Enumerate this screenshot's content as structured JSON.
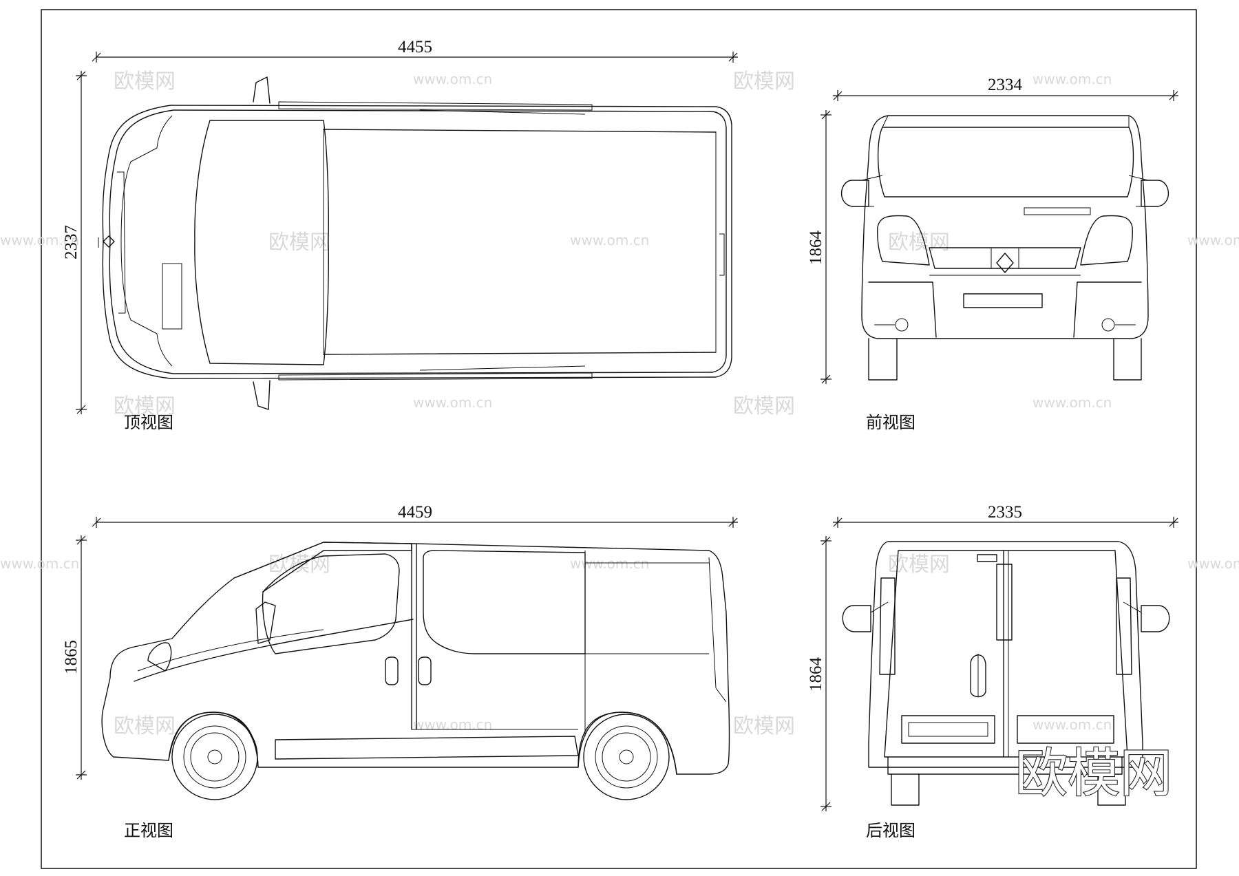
{
  "views": {
    "top": {
      "caption": "顶视图",
      "length": "4455",
      "width": "2337"
    },
    "front": {
      "caption": "前视图",
      "width": "2334",
      "height": "1864"
    },
    "side": {
      "caption": "正视图",
      "length": "4459",
      "height": "1865"
    },
    "rear": {
      "caption": "后视图",
      "width": "2335",
      "height": "1864"
    }
  },
  "watermarks": {
    "site": "www.om.cn",
    "brand": "欧模网"
  },
  "colors": {
    "line": "#111111",
    "watermark": "#d9d9d9",
    "background": "#ffffff"
  }
}
